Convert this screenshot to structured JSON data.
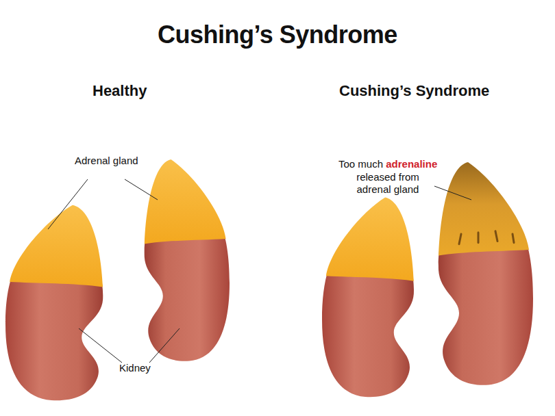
{
  "diagram": {
    "title": "Cushing’s Syndrome",
    "labels": [
      "Healthy",
      "Cushing’s Syndrome",
      "Adrenal gland",
      "Kidney",
      "Too much",
      "adrenaline",
      "released from adrenal gland"
    ]
  }
}
